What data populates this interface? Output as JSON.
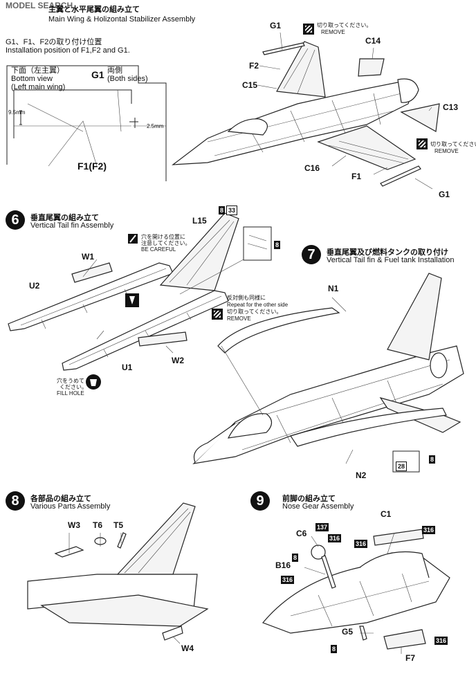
{
  "watermark": "MODEL SEARCH",
  "step5": {
    "title_jp": "主翼と水平尾翼の組み立て",
    "title_en": "Main Wing & Holizontal Stabilizer Assembly",
    "install_jp": "G1、F1、F2の取り付け位置",
    "install_en": "Installation position of F1,F2 and G1.",
    "inset_jp": "下面（左主翼）",
    "inset_en1": "Bottom view",
    "inset_en2": "(Left main wing)",
    "both_sides_jp": "両側",
    "both_sides_en": "(Both sides)",
    "dim1": "9.5mm",
    "dim2": "2.5mm",
    "inset_g1": "G1",
    "inset_f1": "F1(F2)",
    "remove_jp": "切り取ってください。",
    "remove_en": "REMOVE",
    "labels": {
      "g1_top": "G1",
      "f2": "F2",
      "c15": "C15",
      "c14": "C14",
      "c13": "C13",
      "c16": "C16",
      "f1": "F1",
      "g1_bottom": "G1"
    }
  },
  "step6": {
    "number": "6",
    "title_jp": "垂直尾翼の組み立て",
    "title_en": "Vertical Tail fin Assembly",
    "badges": [
      "8",
      "33"
    ],
    "careful_jp1": "穴を開ける位置に",
    "careful_jp2": "注意してください。",
    "careful_en": "BE CAREFUL",
    "fill_jp1": "穴をうめて",
    "fill_jp2": "ください。",
    "fill_en": "FILL HOLE",
    "repeat_jp": "反対側も同様に",
    "repeat_en": "Repeat for the other side",
    "remove_jp": "切り取ってください。",
    "remove_en": "REMOVE",
    "detail_badge": "8",
    "labels": {
      "l15": "L15",
      "w1": "W1",
      "u2": "U2",
      "u1": "U1",
      "w2": "W2"
    }
  },
  "step7": {
    "number": "7",
    "title_jp": "垂直尾翼及び燃料タンクの取り付け",
    "title_en": "Vertical Tail fin & Fuel tank Installation",
    "labels": {
      "n1": "N1",
      "n2": "N2"
    },
    "badges": [
      "28",
      "8"
    ]
  },
  "step8": {
    "number": "8",
    "title_jp": "各部品の組み立て",
    "title_en": "Various Parts Assembly",
    "labels": {
      "w3": "W3",
      "t6": "T6",
      "t5": "T5",
      "w4": "W4"
    }
  },
  "step9": {
    "number": "9",
    "title_jp": "前脚の組み立て",
    "title_en": "Nose Gear Assembly",
    "labels": {
      "c1": "C1",
      "c6": "C6",
      "b16": "B16",
      "g5": "G5",
      "f7": "F7"
    },
    "badges": {
      "b137": "137",
      "b316a": "316",
      "b316b": "316",
      "b316c": "316",
      "b8a": "8",
      "b316d": "316",
      "b8b": "8",
      "b316e": "316"
    }
  }
}
